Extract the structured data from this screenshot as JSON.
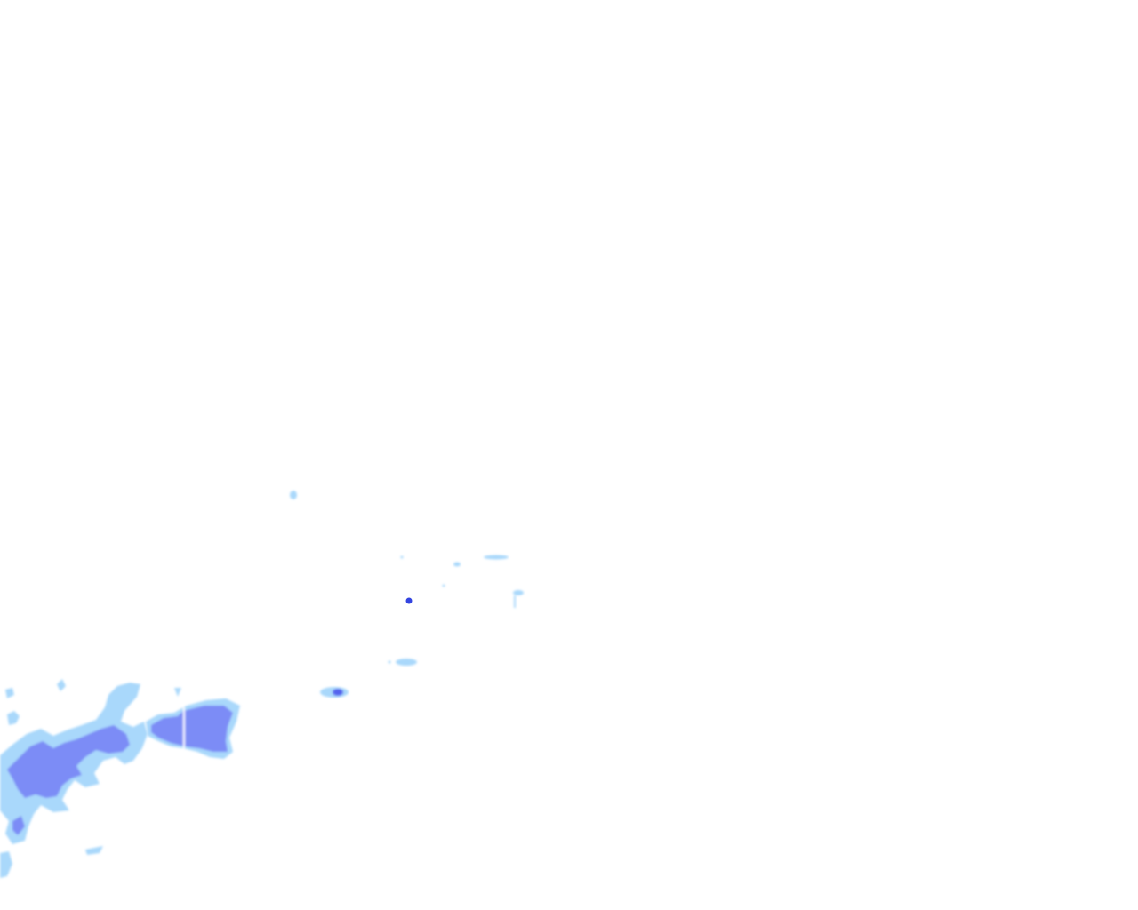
{
  "map": {
    "layer": "precipitation-radar",
    "background_color": "#ffffff",
    "palette": {
      "light": "#a9d8fb",
      "medium": "#7c8cf6",
      "heavy": "#5563ee",
      "intense": "#3344e0"
    },
    "echo_cells": [
      {
        "id": "cell-main-west",
        "intensity": "medium"
      },
      {
        "id": "cell-main-east",
        "intensity": "medium"
      },
      {
        "id": "cell-south-fringe",
        "intensity": "light"
      },
      {
        "id": "cell-isolated-1",
        "intensity": "heavy"
      },
      {
        "id": "cell-isolated-2",
        "intensity": "intense"
      },
      {
        "id": "cell-scattered-group",
        "intensity": "light"
      }
    ]
  }
}
